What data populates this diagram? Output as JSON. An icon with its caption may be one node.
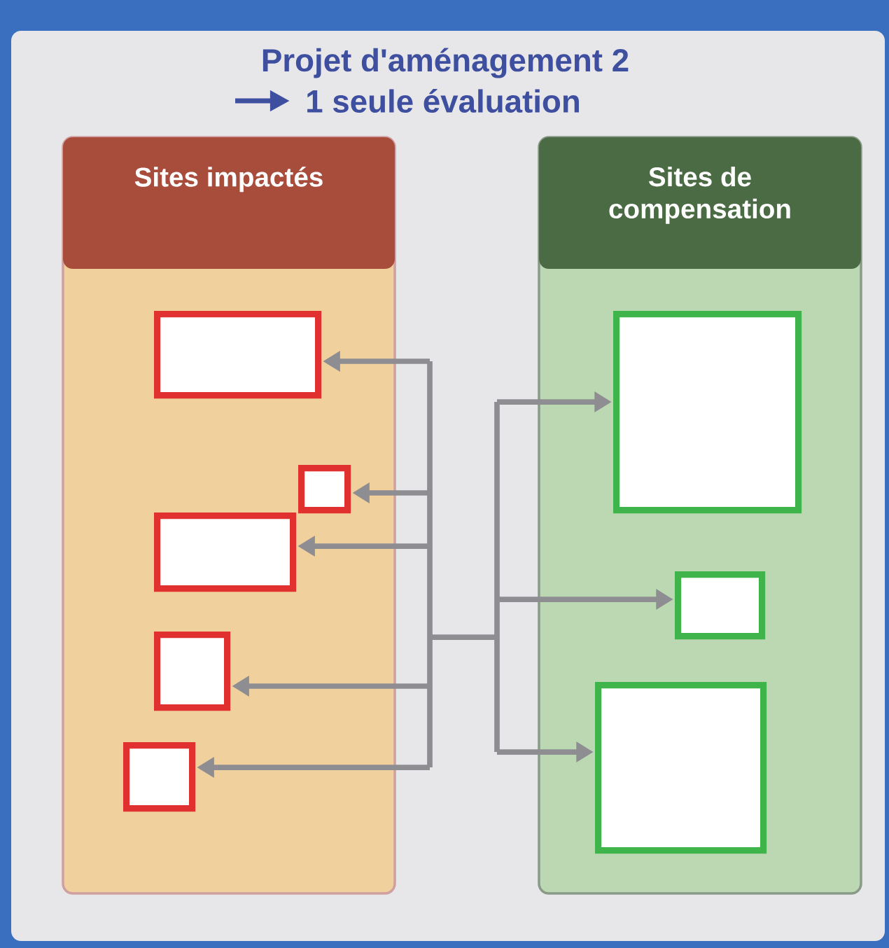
{
  "diagram": {
    "title": "Projet d'aménagement 2",
    "nodes": [
      {
        "text": [
          "Sites impactés"
        ]
      },
      {
        "text": [
          "Sites de compensation"
        ]
      },
      {
        "text": [],
        "shape": "box",
        "in": 0
      },
      {
        "text": [],
        "shape": "box",
        "in": 0
      },
      {
        "text": [],
        "shape": "box",
        "in": 0
      },
      {
        "text": [],
        "shape": "box",
        "in": 0
      },
      {
        "text": [],
        "shape": "box",
        "in": 0
      },
      {
        "text": [],
        "shape": "box",
        "in": 1
      },
      {
        "text": [],
        "shape": "box",
        "in": 1
      },
      {
        "text": [],
        "shape": "box",
        "in": 1
      }
    ],
    "edges": [
      {
        "from": null,
        "to": 2,
        "arrow": "to"
      },
      {
        "from": null,
        "to": 3,
        "arrow": "to"
      },
      {
        "from": null,
        "to": 4,
        "arrow": "to"
      },
      {
        "from": null,
        "to": 5,
        "arrow": "to"
      },
      {
        "from": null,
        "to": 6,
        "arrow": "to"
      },
      {
        "from": null,
        "to": 7,
        "arrow": "to"
      },
      {
        "from": null,
        "to": 8,
        "arrow": "to"
      },
      {
        "from": null,
        "to": 9,
        "arrow": "to"
      }
    ],
    "labels": [
      "1 seule évaluation"
    ]
  }
}
